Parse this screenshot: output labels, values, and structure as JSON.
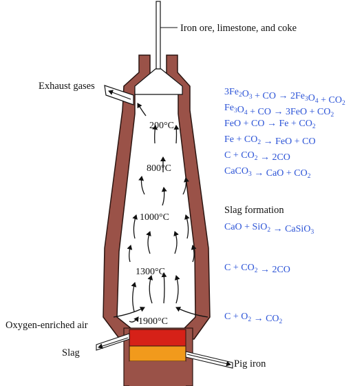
{
  "labels": {
    "feed": "Iron ore, limestone, and coke",
    "exhaust": "Exhaust gases",
    "air": "Oxygen-enriched air",
    "slag": "Slag",
    "pig_iron": "Pig iron",
    "slag_formation": "Slag formation"
  },
  "temperatures": [
    "200°C",
    "800°C",
    "1000°C",
    "1300°C",
    "1900°C"
  ],
  "reactions_upper": [
    [
      {
        "t": "3Fe"
      },
      {
        "t": "2",
        "sub": true
      },
      {
        "t": "O"
      },
      {
        "t": "3",
        "sub": true
      },
      {
        "t": " + CO → 2Fe"
      },
      {
        "t": "3",
        "sub": true
      },
      {
        "t": "O"
      },
      {
        "t": "4",
        "sub": true
      },
      {
        "t": " + CO"
      },
      {
        "t": "2",
        "sub": true
      }
    ],
    [
      {
        "t": "Fe"
      },
      {
        "t": "3",
        "sub": true
      },
      {
        "t": "O"
      },
      {
        "t": "4",
        "sub": true
      },
      {
        "t": " + CO → 3FeO + CO"
      },
      {
        "t": "2",
        "sub": true
      }
    ],
    [
      {
        "t": "FeO + CO → Fe + CO"
      },
      {
        "t": "2",
        "sub": true
      }
    ],
    [
      {
        "t": "Fe + CO"
      },
      {
        "t": "2",
        "sub": true
      },
      {
        "t": " → FeO + CO"
      }
    ],
    [
      {
        "t": "C + CO"
      },
      {
        "t": "2",
        "sub": true
      },
      {
        "t": " → 2CO"
      }
    ],
    [
      {
        "t": "CaCO"
      },
      {
        "t": "3",
        "sub": true
      },
      {
        "t": " → CaO + CO"
      },
      {
        "t": "2",
        "sub": true
      }
    ]
  ],
  "reaction_slag": [
    {
      "t": "CaO + SiO"
    },
    {
      "t": "2",
      "sub": true
    },
    {
      "t": " → CaSiO"
    },
    {
      "t": "3",
      "sub": true
    }
  ],
  "reaction_middle": [
    {
      "t": "C + CO"
    },
    {
      "t": "2",
      "sub": true
    },
    {
      "t": " → 2CO"
    }
  ],
  "reaction_bottom": [
    {
      "t": "C + O"
    },
    {
      "t": "2",
      "sub": true
    },
    {
      "t": " → CO"
    },
    {
      "t": "2",
      "sub": true
    }
  ],
  "colors": {
    "wall": "#9a5248",
    "slag_layer": "#d62118",
    "iron_layer": "#f19a1c",
    "reaction_text": "#2a52d6"
  }
}
